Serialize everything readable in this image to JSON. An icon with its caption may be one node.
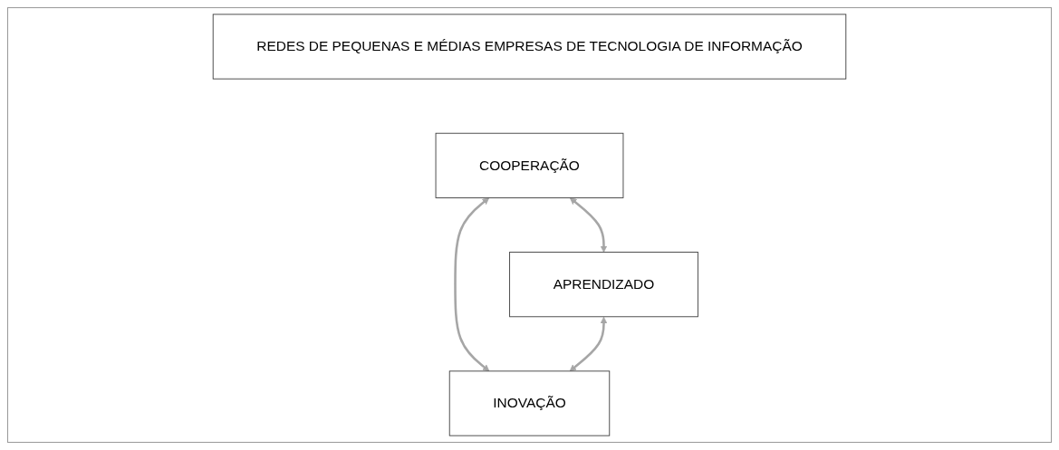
{
  "diagram": {
    "nodes": [
      {
        "text": [
          "REDES DE PEQUENAS E MÉDIAS EMPRESAS DE TECNOLOGIA DE INFORMAÇÃO"
        ]
      },
      {
        "text": [
          "COOPERAÇÃO"
        ]
      },
      {
        "text": [
          "APRENDIZADO"
        ]
      },
      {
        "text": [
          "INOVAÇÃO"
        ]
      }
    ],
    "edges": [
      {
        "from": 1,
        "to": 2,
        "arrow": "both"
      },
      {
        "from": 1,
        "to": 3,
        "arrow": "both"
      },
      {
        "from": 2,
        "to": 3,
        "arrow": "both"
      }
    ]
  }
}
